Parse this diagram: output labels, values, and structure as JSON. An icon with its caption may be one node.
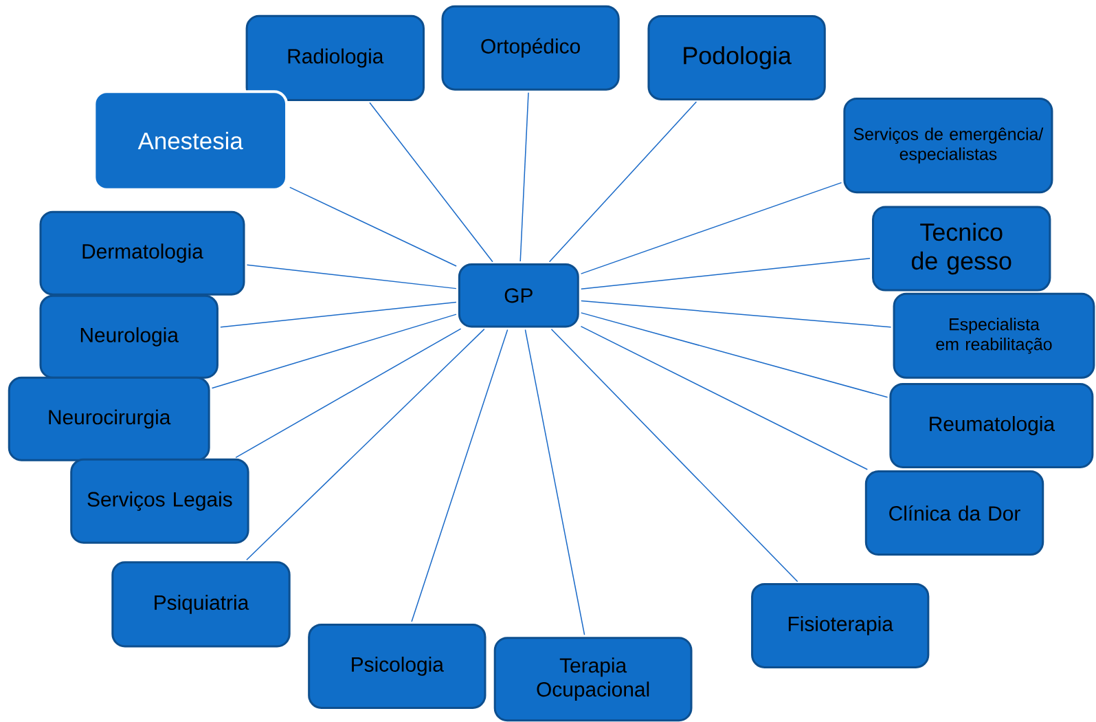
{
  "diagram": {
    "nodes": [
      {
        "text": [
          "GP"
        ]
      },
      {
        "text": [
          "Radiologia"
        ]
      },
      {
        "text": [
          "Ortopédico"
        ]
      },
      {
        "text": [
          "Podologia"
        ]
      },
      {
        "text": [
          "Anestesia"
        ]
      },
      {
        "text": [
          "Serviços de emergência/ especialistas"
        ]
      },
      {
        "text": [
          "Dermatologia"
        ]
      },
      {
        "text": [
          "Tecnico de gesso"
        ]
      },
      {
        "text": [
          "Neurologia"
        ]
      },
      {
        "text": [
          "Especialista em reabilitação"
        ]
      },
      {
        "text": [
          "Neurocirurgia"
        ]
      },
      {
        "text": [
          "Reumatologia"
        ]
      },
      {
        "text": [
          "Serviços Legais"
        ]
      },
      {
        "text": [
          "Clínica da Dor"
        ]
      },
      {
        "text": [
          "Psiquiatria"
        ]
      },
      {
        "text": [
          "Fisioterapia"
        ]
      },
      {
        "text": [
          "Psicologia"
        ]
      },
      {
        "text": [
          "Terapia Ocupacional"
        ]
      }
    ],
    "edges": [
      {
        "from": 0,
        "to": 1,
        "arrow": "none"
      },
      {
        "from": 0,
        "to": 2,
        "arrow": "none"
      },
      {
        "from": 0,
        "to": 3,
        "arrow": "none"
      },
      {
        "from": 0,
        "to": 4,
        "arrow": "none"
      },
      {
        "from": 0,
        "to": 5,
        "arrow": "none"
      },
      {
        "from": 0,
        "to": 6,
        "arrow": "none"
      },
      {
        "from": 0,
        "to": 7,
        "arrow": "none"
      },
      {
        "from": 0,
        "to": 8,
        "arrow": "none"
      },
      {
        "from": 0,
        "to": 9,
        "arrow": "none"
      },
      {
        "from": 0,
        "to": 10,
        "arrow": "none"
      },
      {
        "from": 0,
        "to": 11,
        "arrow": "none"
      },
      {
        "from": 0,
        "to": 12,
        "arrow": "none"
      },
      {
        "from": 0,
        "to": 13,
        "arrow": "none"
      },
      {
        "from": 0,
        "to": 14,
        "arrow": "none"
      },
      {
        "from": 0,
        "to": 15,
        "arrow": "none"
      },
      {
        "from": 0,
        "to": 16,
        "arrow": "none"
      },
      {
        "from": 0,
        "to": 17,
        "arrow": "none"
      }
    ]
  }
}
